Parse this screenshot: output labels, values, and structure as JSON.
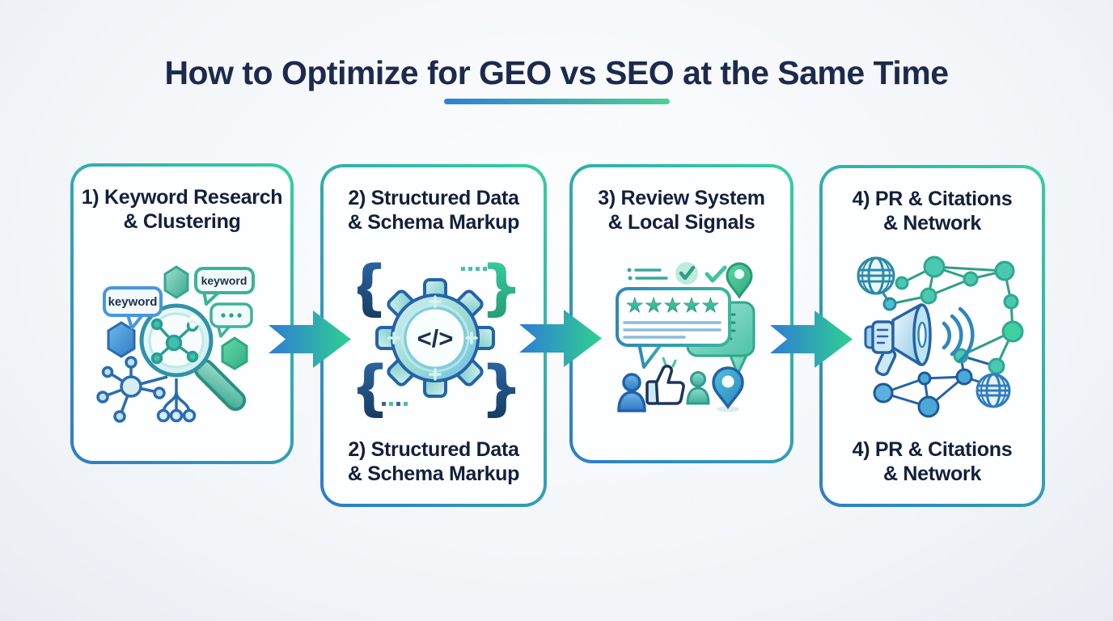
{
  "page": {
    "title": "How to Optimize for GEO vs SEO at the Same Time"
  },
  "steps": [
    {
      "title_line1": "1) Keyword Research",
      "title_line2": "& Clustering",
      "icon": "keyword-research-icon",
      "bubble1": "keyword",
      "bubble2": "keyword",
      "bubble3": "..."
    },
    {
      "title_line1": "2) Structured Data",
      "title_line2": "& Schema Markup",
      "icon": "schema-gear-icon",
      "code_glyph": "</>",
      "brace_left": "{",
      "brace_right": "}",
      "footer_line1": "2) Structured Data",
      "footer_line2": "& Schema Markup"
    },
    {
      "title_line1": "3) Review System",
      "title_line2": "& Local Signals",
      "icon": "reviews-local-icon",
      "stars": "★★★★★"
    },
    {
      "title_line1": "4) PR & Citations",
      "title_line2": "& Network",
      "icon": "pr-network-icon",
      "footer_line1": "4) PR & Citations",
      "footer_line2": "& Network"
    }
  ],
  "colors": {
    "title_text": "#1d2a4d",
    "card_text": "#13203c",
    "card_border_start": "#2e7cc8",
    "card_border_end": "#35cf9e",
    "arrow_start": "#2f7cd6",
    "arrow_end": "#2fd08f",
    "underline_start": "#2e7fd9",
    "underline_end": "#4ecf94"
  }
}
